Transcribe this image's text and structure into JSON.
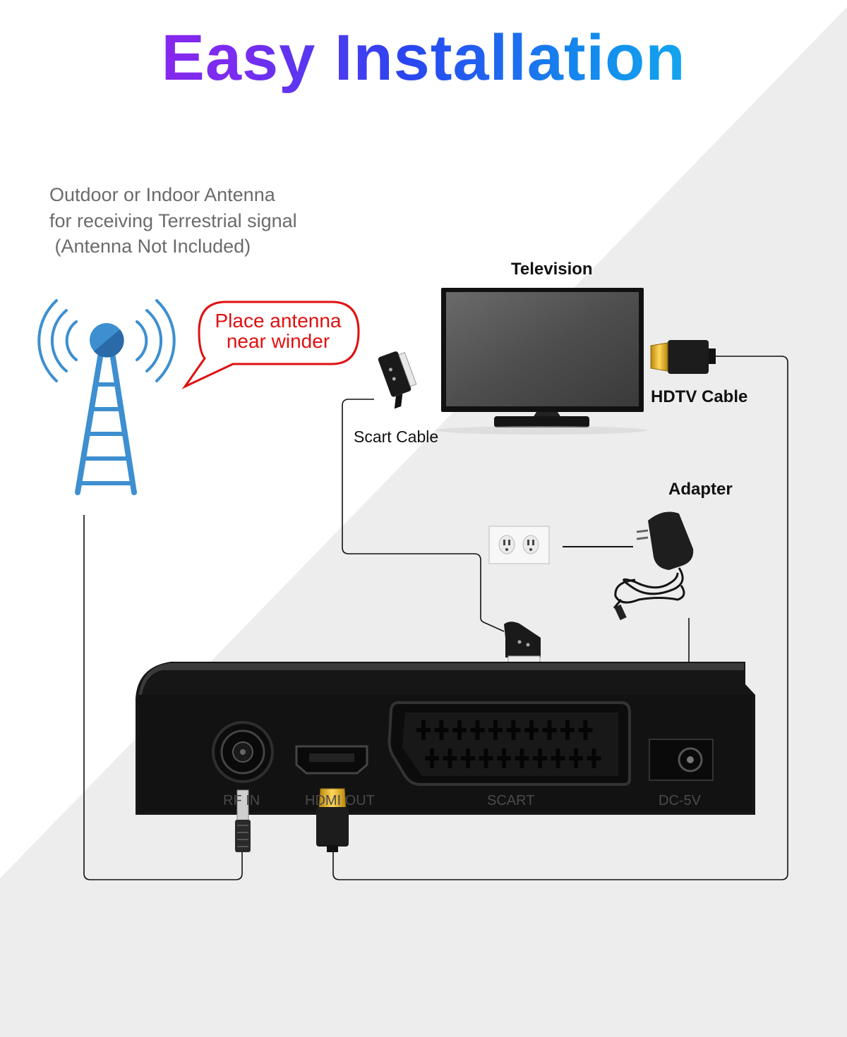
{
  "title": "Easy Installation",
  "antenna": {
    "description_lines": [
      "Outdoor or Indoor Antenna",
      "for receiving Terrestrial signal",
      " (Antenna Not Included)"
    ],
    "callout_lines": [
      "Place antenna",
      "near winder"
    ]
  },
  "labels": {
    "television": "Television",
    "hdtv_cable": "HDTV Cable",
    "scart_cable": "Scart Cable",
    "adapter": "Adapter"
  },
  "ports": [
    "RF IN",
    "HDMI OUT",
    "SCART",
    "DC-5V"
  ],
  "colors": {
    "title_gradient": [
      "#a21de6",
      "#2a45f0",
      "#0fd2ee"
    ],
    "antenna": "#3d8fd0",
    "callout": "#e01010",
    "device": "#1a1a1a",
    "background_gray": "#ededed"
  },
  "icons": [
    "antenna-tower-icon",
    "television-icon",
    "hdmi-plug-icon",
    "scart-plug-icon",
    "power-outlet-icon",
    "power-adapter-icon",
    "set-top-box-icon"
  ]
}
